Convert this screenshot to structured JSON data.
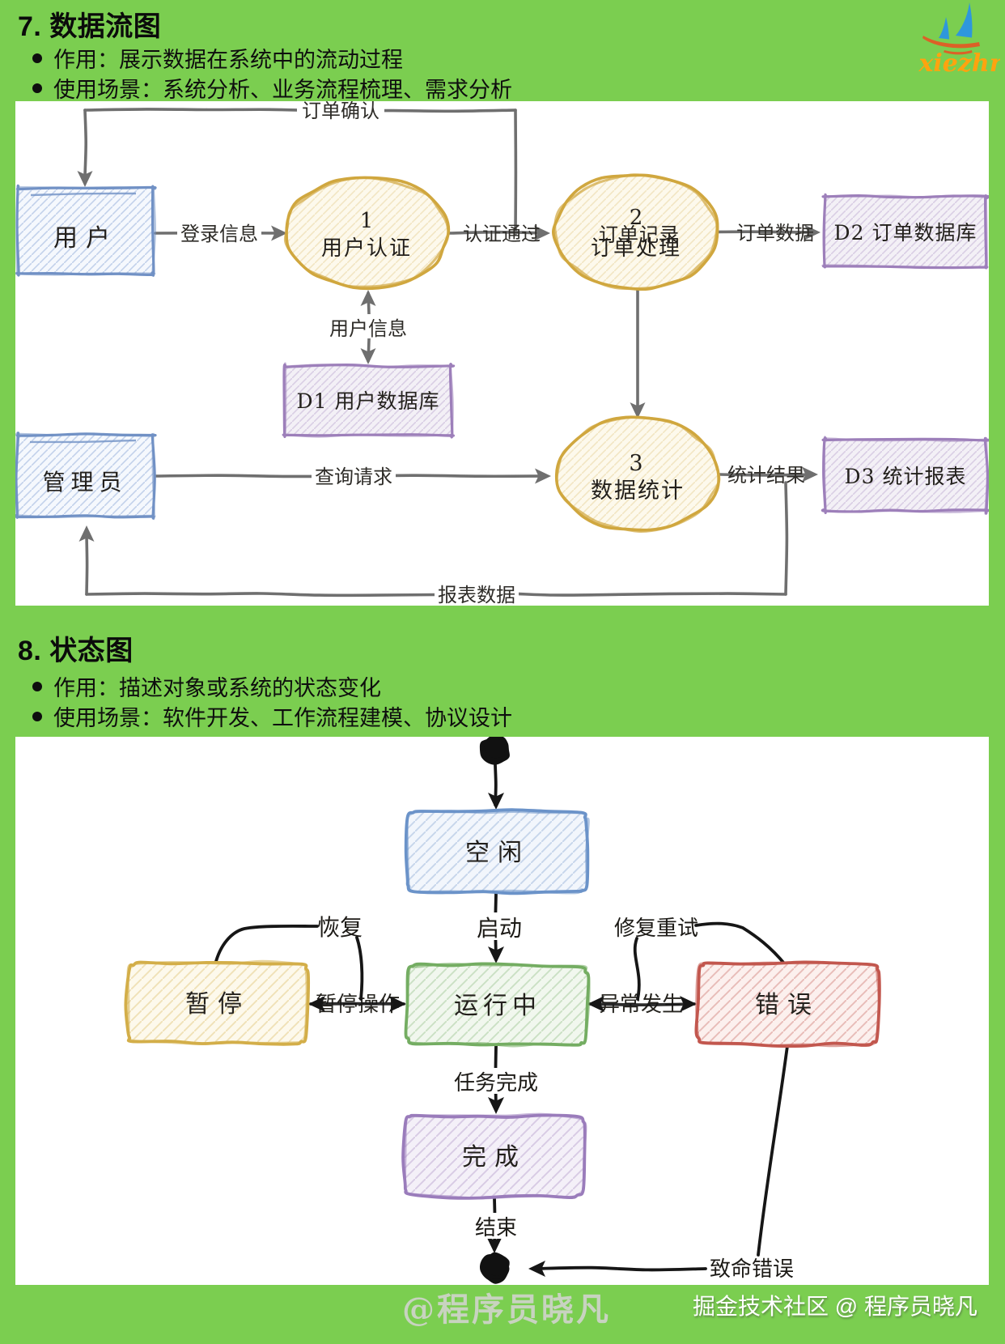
{
  "page": {
    "background": "#7bce50"
  },
  "logo": {
    "text": "xiezhr",
    "sail_color": "#2e97dc",
    "hull_color": "#dc6127",
    "text_color": "#ffa30f"
  },
  "section7": {
    "title": "7. 数据流图",
    "bullets": [
      "作用：展示数据在系统中的流动过程",
      "使用场景：系统分析、业务流程梳理、需求分析"
    ]
  },
  "section8": {
    "title": "8. 状态图",
    "bullets": [
      "作用：描述对象或系统的状态变化",
      "使用场景：软件开发、工作流程建模、协议设计"
    ]
  },
  "dfd": {
    "nodes": {
      "user": {
        "label": "用户"
      },
      "admin": {
        "label": "管理员"
      },
      "auth": {
        "number": "1",
        "label": "用户认证"
      },
      "order": {
        "number": "2",
        "label": "订单处理",
        "overlap_label": "订单记录"
      },
      "stats": {
        "number": "3",
        "label": "数据统计"
      },
      "db_user": {
        "label": "D1 用户数据库"
      },
      "db_order": {
        "label": "D2 订单数据库"
      },
      "db_report": {
        "label": "D3 统计报表"
      }
    },
    "edges": {
      "order_confirm": "订单确认",
      "login_info": "登录信息",
      "auth_pass": "认证通过",
      "order_data": "订单数据",
      "user_info": "用户信息",
      "query_request": "查询请求",
      "stats_result": "统计结果",
      "report_data": "报表数据"
    }
  },
  "state": {
    "nodes": {
      "idle": "空闲",
      "running": "运行中",
      "paused": "暂停",
      "error": "错误",
      "done": "完成"
    },
    "edges": {
      "start": "启动",
      "resume": "恢复",
      "pause_op": "暂停操作",
      "exception": "异常发生",
      "fix_retry": "修复重试",
      "task_done": "任务完成",
      "end": "结束",
      "fatal": "致命错误"
    }
  },
  "footer": {
    "watermark": "@程序员晓凡",
    "credit": "掘金技术社区 @ 程序员晓凡"
  },
  "palette": {
    "green-bg": "#7bce50",
    "dfd-blue-stroke": "#7191c5",
    "dfd-yellow-stroke": "#d0a73f",
    "dfd-purple-stroke": "#9d7fba",
    "dfd-arrow": "#6f6f6f",
    "st-blue": "#6b93c9",
    "st-green": "#74ad62",
    "st-yellow": "#d3ae49",
    "st-red": "#c2574e",
    "st-purple": "#9a7cbb",
    "st-arrow": "#161616",
    "label-ink": "#2e2c28"
  }
}
